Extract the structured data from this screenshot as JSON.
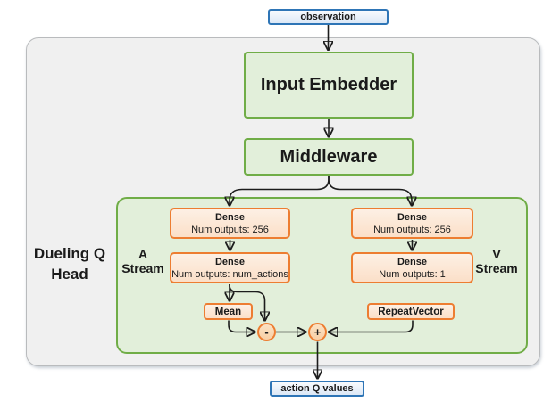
{
  "diagram": {
    "nodes": {
      "observation": {
        "label": "observation"
      },
      "input_embedder": {
        "label": "Input Embedder"
      },
      "middleware": {
        "label": "Middleware"
      },
      "dueling_head": {
        "line1": "Dueling Q",
        "line2": "Head"
      },
      "a_stream": {
        "line1": "A",
        "line2": "Stream"
      },
      "v_stream": {
        "line1": "V",
        "line2": "Stream"
      },
      "dense_a1": {
        "title": "Dense",
        "subtitle": "Num outputs: 256"
      },
      "dense_a2": {
        "title": "Dense",
        "subtitle": "Num outputs: num_actions"
      },
      "dense_v1": {
        "title": "Dense",
        "subtitle": "Num outputs: 256"
      },
      "dense_v2": {
        "title": "Dense",
        "subtitle": "Num outputs: 1"
      },
      "mean": {
        "label": "Mean"
      },
      "repeat_vector": {
        "label": "RepeatVector"
      },
      "minus_op": {
        "label": "-"
      },
      "plus_op": {
        "label": "+"
      },
      "action_q_values": {
        "label": "action Q values"
      }
    },
    "colors": {
      "green_border": "#70ad47",
      "green_fill": "#e2efda",
      "orange_border": "#ed7d31",
      "blue_border": "#2e75b6",
      "container_fill": "#f0f0f0",
      "arrow": "#1c1c1c"
    }
  }
}
